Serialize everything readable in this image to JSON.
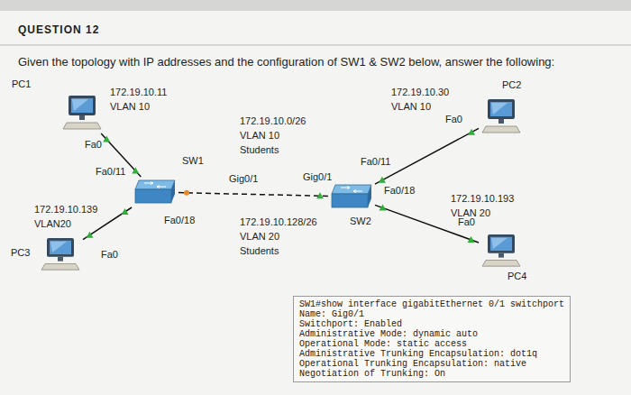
{
  "diagram": {
    "title": "QUESTION 12",
    "nodes": [
      {
        "text": [
          "PC1"
        ]
      },
      {
        "text": [
          "PC2"
        ]
      },
      {
        "text": [
          "SW1"
        ]
      },
      {
        "text": [
          "SW2"
        ]
      },
      {
        "text": [
          "PC3"
        ]
      },
      {
        "text": [
          "PC4"
        ]
      },
      {
        "text": [
          "SW1#show interface gigabitEthernet 0/1 switchport",
          "Name: Gig0/1",
          "Switchport: Enabled",
          "Administrative Mode: dynamic auto",
          "Operational Mode: static access",
          "Administrative Trunking Encapsulation: dot1q",
          "Operational Trunking Encapsulation: native",
          "Negotiation of Trunking: On"
        ]
      }
    ],
    "edges": [
      {
        "from": 0,
        "to": 2,
        "arrow": "none"
      },
      {
        "from": 4,
        "to": 2,
        "arrow": "none"
      },
      {
        "from": 2,
        "to": 3,
        "arrow": "none"
      },
      {
        "from": 3,
        "to": 1,
        "arrow": "none"
      },
      {
        "from": 3,
        "to": 5,
        "arrow": "none"
      }
    ],
    "labels": [
      "Given the topology with IP addresses and the configuration of SW1 & SW2 below, answer the following:",
      "172.19.10.11",
      "VLAN 10",
      "Fa0",
      "Fa0/11",
      "172.19.10.0/26",
      "VLAN 10",
      "Students",
      "172.19.10.30",
      "VLAN 10",
      "Fa0",
      "Fa0/11",
      "Gig0/1",
      "Gig0/1",
      "Fa0/18",
      "172.19.10.139",
      "VLAN20",
      "Fa0/18",
      "172.19.10.128/26",
      "VLAN 20",
      "Students",
      "172.19.10.193",
      "VLAN 20",
      "Fa0",
      "Fa0"
    ]
  }
}
